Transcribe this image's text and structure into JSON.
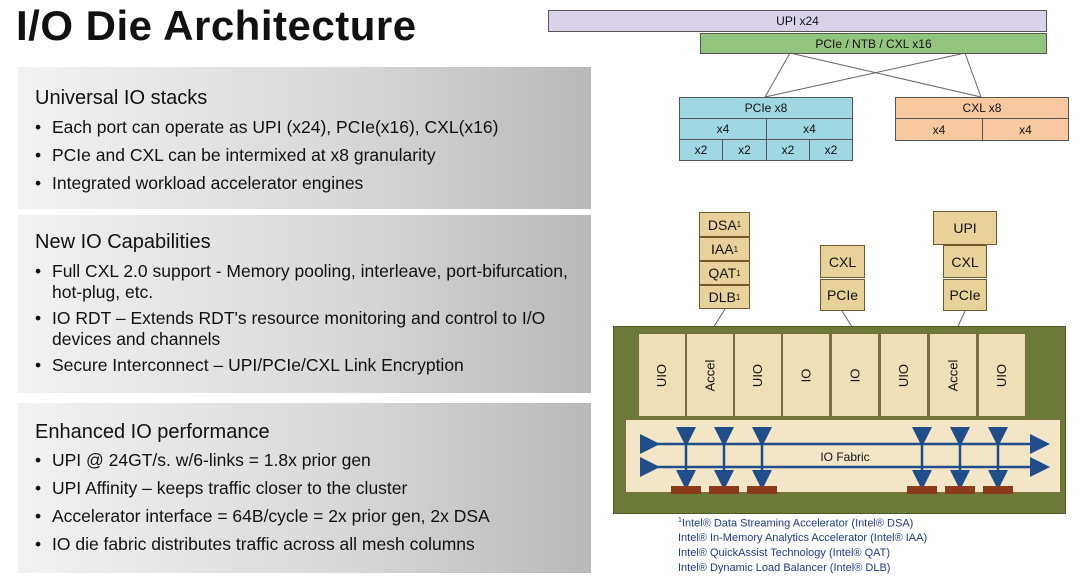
{
  "title": "I/O Die Architecture",
  "panels": [
    {
      "heading": "Universal IO stacks",
      "bullets": [
        "Each port can operate as UPI (x24), PCIe(x16), CXL(x16)",
        "PCIe and CXL can be intermixed at x8 granularity",
        "Integrated workload accelerator engines"
      ]
    },
    {
      "heading": "New IO Capabilities",
      "bullets": [
        "Full CXL 2.0 support - Memory pooling, interleave, port-bifurcation, hot-plug, etc.",
        "IO RDT – Extends RDT's resource monitoring and control to I/O devices and channels",
        "Secure Interconnect – UPI/PCIe/CXL Link Encryption"
      ]
    },
    {
      "heading": "Enhanced IO performance",
      "bullets": [
        "UPI @ 24GT/s.  w/6-links = 1.8x prior gen",
        "UPI Affinity – keeps traffic closer to the cluster",
        "Accelerator interface = 64B/cycle = 2x prior gen, 2x DSA",
        "IO die fabric distributes traffic across all mesh columns"
      ]
    }
  ],
  "diagram": {
    "top_upi": "UPI x24",
    "top_pcie": "PCIe / NTB / CXL x16",
    "pcie_x8": "PCIe x8",
    "cxl_x8": "CXL x8",
    "x4": "x4",
    "x2": "x2",
    "stack_left": [
      "DSA",
      "IAA",
      "QAT",
      "DLB"
    ],
    "stack_left_sup": "1",
    "stack_mid": [
      "CXL",
      "PCIe"
    ],
    "stack_right": [
      "UPI",
      "CXL",
      "PCIe"
    ],
    "columns": [
      "UIO",
      "Accel",
      "UIO",
      "IO",
      "IO",
      "UIO",
      "Accel",
      "UIO"
    ],
    "fabric_label": "IO Fabric",
    "colors": {
      "upi_box": "#d9d2e9",
      "pcie_box": "#93c47d",
      "pcie_x8": "#9fd8e3",
      "cxl_x8": "#f8c9a0",
      "die_bg": "#6b7a36",
      "fabric_bg": "#f2e6c7",
      "arrow": "#1f4e8a"
    }
  },
  "footnotes": [
    {
      "sup": "1",
      "text": "Intel® Data Streaming Accelerator (Intel® DSA)"
    },
    {
      "sup": "",
      "text": "Intel® In-Memory Analytics Accelerator (Intel® IAA)"
    },
    {
      "sup": "",
      "text": "Intel® QuickAssist Technology (Intel® QAT)"
    },
    {
      "sup": "",
      "text": "Intel® Dynamic Load Balancer (Intel® DLB)"
    }
  ]
}
